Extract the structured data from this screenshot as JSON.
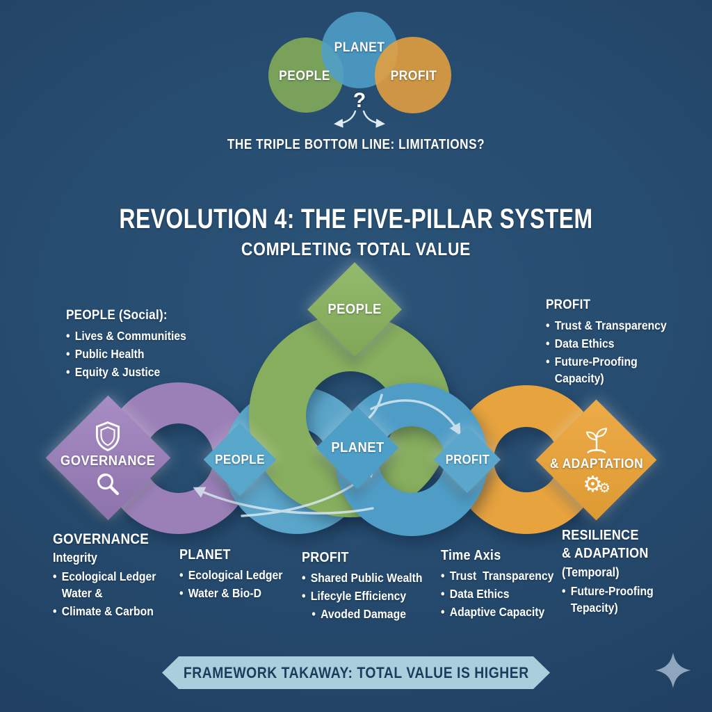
{
  "glyphs": {
    "bullet": "•",
    "question": "?"
  },
  "colors": {
    "background": "#254a6d",
    "people_green": "#87ae5e",
    "planet_blue": "#4f9fc8",
    "profit_orange": "#e7a33e",
    "governance_purple": "#9b80b8",
    "banner_bg": "#a9cfdd",
    "banner_text": "#1c3c5e",
    "arrow": "#d7e7f0"
  },
  "venn": {
    "circles": [
      {
        "label": "PEOPLE",
        "color": "#85ad58"
      },
      {
        "label": "PLANET",
        "color": "#4e9fca"
      },
      {
        "label": "PROFIT",
        "color": "#e6a13d"
      }
    ],
    "caption": "THE TRIPLE BOTTOM LINE: LIMITATIONS?"
  },
  "header": {
    "title": "REVOLUTION 4: THE FIVE-PILLAR SYSTEM",
    "subtitle": "COMPLETING TOTAL VALUE"
  },
  "side_panels": {
    "people": {
      "title": "PEOPLE (Social):",
      "bullets": [
        "Lives & Communities",
        "Public Health",
        "Equity & Justice"
      ]
    },
    "profit": {
      "title": "PROFIT",
      "bullets": [
        "Trust & Transparency",
        "Data Ethics",
        "Future-Proofing\nCapacity)"
      ]
    }
  },
  "chain": {
    "top_diamond_label": "PEOPLE",
    "governance_label": "GOVERNANCE",
    "people_label": "PEOPLE",
    "planet_label": "PLANET",
    "profit_label": "PROFIT",
    "adaptation_label": "& ADAPTATION",
    "icons": {
      "governance_top": "shield-icon",
      "governance_bottom": "magnifier-icon",
      "adaptation_top": "seedling-icon",
      "adaptation_bottom": "gears-icon"
    },
    "gear_glyph": "⚙"
  },
  "bottom_columns": [
    {
      "title": "GOVERNANCE",
      "subtitle": "Integrity",
      "bullets": [
        "Ecological Ledger\nWater &",
        "Climate & Carbon"
      ]
    },
    {
      "title": "PLANET",
      "bullets": [
        "Ecological Ledger",
        "Water & Bio-D"
      ]
    },
    {
      "title": "PROFIT",
      "bullets": [
        "Shared Public Wealth",
        "Lifecyle Efficiency",
        "Avoded Damage"
      ]
    },
    {
      "title": "Time Axis",
      "bullets": [
        "Trust  Transparency",
        "Data Ethics",
        "Adaptive Capacity"
      ]
    },
    {
      "title": "RESILIENCE\n& ADAPATION",
      "subtitle": "(Temporal)",
      "bullets": [
        "Future-Proofing\nTepacity)"
      ]
    }
  ],
  "banner": {
    "label": "FRAMEWORK TAKAWAY: TOTAL VALUE IS HIGHER"
  }
}
